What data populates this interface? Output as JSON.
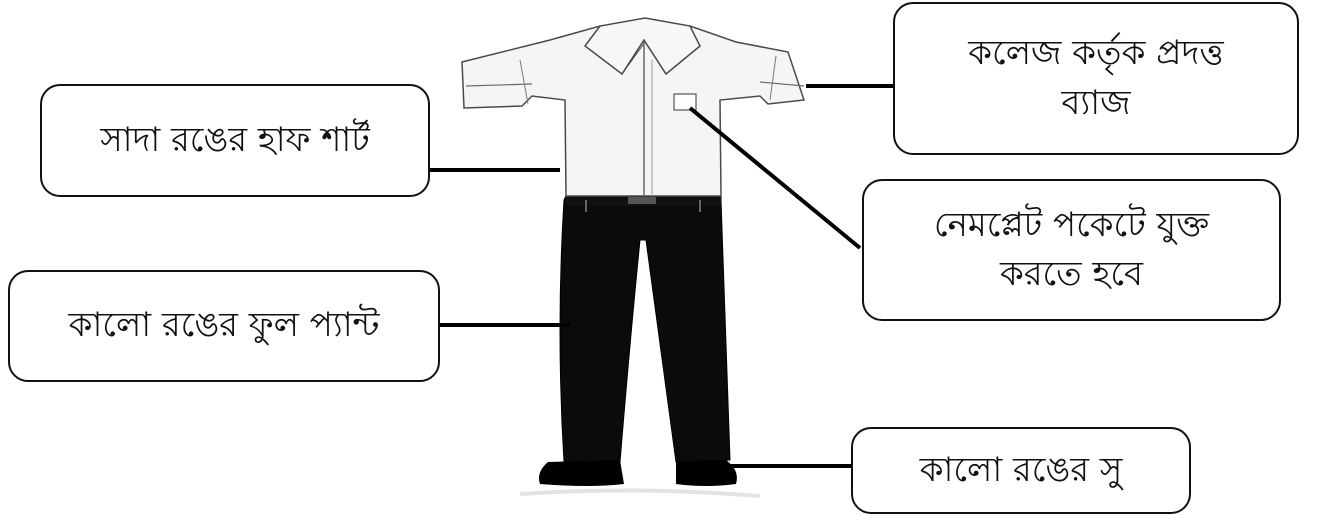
{
  "labels": {
    "shirt": "সাদা রঙের হাফ শার্ট",
    "pants": "কালো রঙের ফুল প্যান্ট",
    "badge": [
      "কলেজ কর্তৃক প্রদত্ত",
      "ব্যাজ"
    ],
    "nameplate": [
      "নেমপ্লেট পকেটে যুক্ত",
      "করতে হবে"
    ],
    "shoes": "কালো রঙের সু"
  },
  "colors": {
    "shirt": "#f5f5f5",
    "pants": "#0b0b0b",
    "outline": "#4a4a4a",
    "connector": "#000000"
  }
}
